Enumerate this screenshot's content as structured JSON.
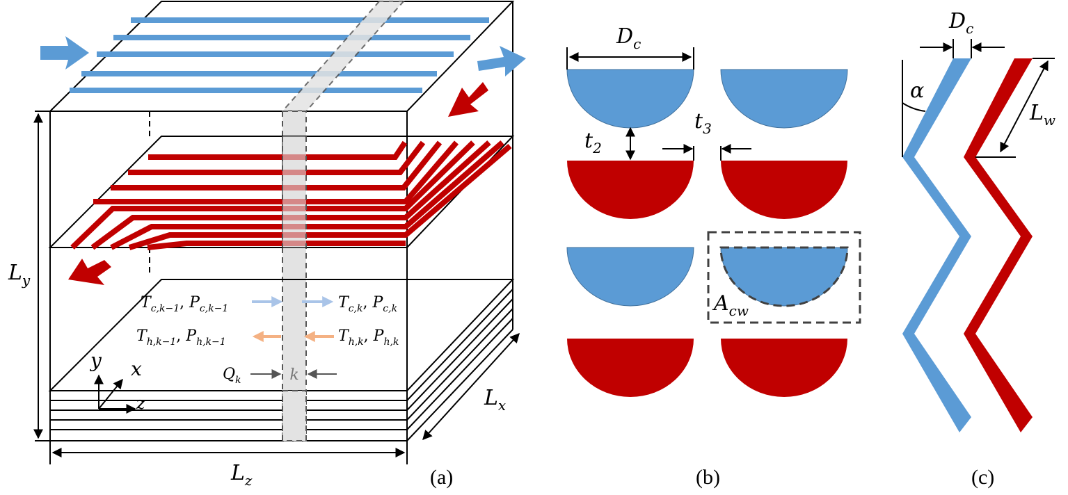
{
  "colors": {
    "cold": "#5b9bd5",
    "cold_light": "#a9c4e8",
    "hot": "#c00000",
    "hot_light": "#f4b183",
    "column": "#e3e3e3",
    "line": "#000000",
    "dash": "#555555"
  },
  "panel_a": {
    "label": "(a)",
    "dim_ly": {
      "main": "L",
      "sub": "y"
    },
    "dim_lz": {
      "main": "L",
      "sub": "z"
    },
    "dim_lx": {
      "main": "L",
      "sub": "x"
    },
    "cold_in": {
      "T": "T",
      "Tsub": "c,k−1",
      "P": "P",
      "Psub": "c,k−1"
    },
    "cold_out": {
      "T": "T",
      "Tsub": "c,k",
      "P": "P",
      "Psub": "c,k"
    },
    "hot_in": {
      "T": "T",
      "Tsub": "h,k−1",
      "P": "P",
      "Psub": "h,k−1"
    },
    "hot_out": {
      "T": "T",
      "Tsub": "h,k",
      "P": "P",
      "Psub": "h,k"
    },
    "heat": {
      "main": "Q",
      "sub": "k"
    },
    "cell": "k",
    "axis_y": "y",
    "axis_x": "x",
    "axis_z": "z"
  },
  "panel_b": {
    "label": "(b)",
    "dim_dc": {
      "main": "D",
      "sub": "c"
    },
    "dim_t2": {
      "main": "t",
      "sub": "2"
    },
    "dim_t3": {
      "main": "t",
      "sub": "3"
    },
    "area": {
      "main": "A",
      "sub": "cw"
    }
  },
  "panel_c": {
    "label": "(c)",
    "dim_dc": {
      "main": "D",
      "sub": "c"
    },
    "angle": "α",
    "dim_lw": {
      "main": "L",
      "sub": "w"
    }
  }
}
